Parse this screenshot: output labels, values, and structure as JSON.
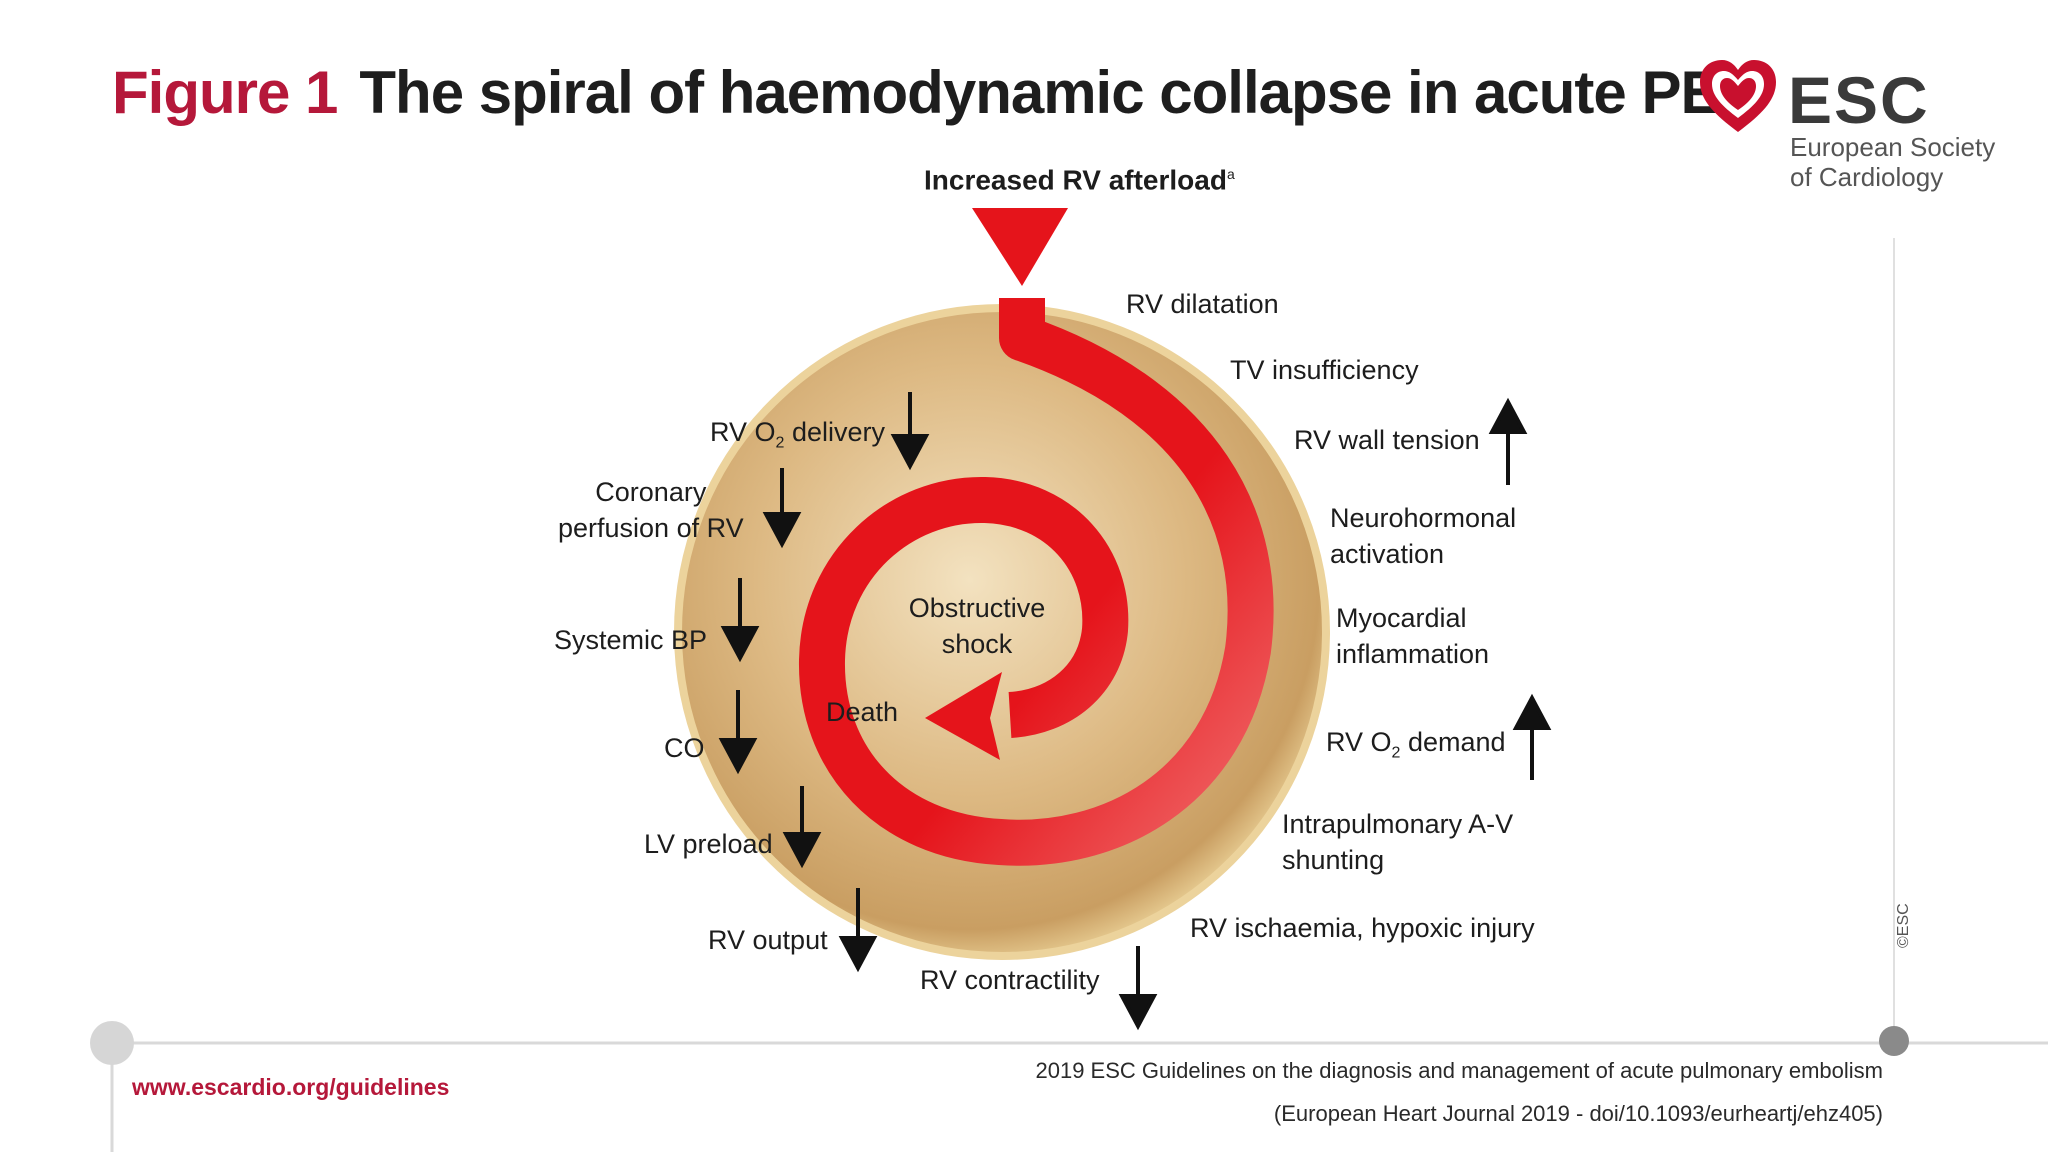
{
  "header": {
    "figure_label": "Figure 1",
    "title": "The spiral of haemodynamic collapse in acute PE"
  },
  "logo": {
    "name": "ESC",
    "subtitle_line1": "European Society",
    "subtitle_line2": "of Cardiology",
    "icon": "heart-logo-icon",
    "color": "#c8102e"
  },
  "diagram": {
    "top_label": "Increased RV afterload",
    "top_label_sup": "a",
    "center_line1": "Obstructive",
    "center_line2": "shock",
    "end_label": "Death",
    "right_items": [
      {
        "line1": "RV dilatation",
        "line2": "",
        "arrow": "none"
      },
      {
        "line1": "TV insufficiency",
        "line2": "",
        "arrow": "none"
      },
      {
        "line1": "RV wall tension",
        "line2": "",
        "arrow": "up"
      },
      {
        "line1": "Neurohormonal",
        "line2": "activation",
        "arrow": "none"
      },
      {
        "line1": "Myocardial",
        "line2": "inflammation",
        "arrow": "none"
      },
      {
        "line1": "RV O",
        "sub": "2",
        "line1b": " demand",
        "arrow": "up"
      },
      {
        "line1": "Intrapulmonary A-V",
        "line2": "shunting",
        "arrow": "none"
      },
      {
        "line1": "RV ischaemia, hypoxic injury",
        "line2": "",
        "arrow": "none"
      }
    ],
    "left_items": [
      {
        "line1": "RV O",
        "sub": "2",
        "line1b": " delivery",
        "arrow": "down"
      },
      {
        "line1": "Coronary",
        "line2": "perfusion of RV",
        "arrow": "down"
      },
      {
        "line1": "Systemic BP",
        "arrow": "down"
      },
      {
        "line1": "CO",
        "arrow": "down"
      },
      {
        "line1": "LV preload",
        "arrow": "down"
      },
      {
        "line1": "RV output",
        "arrow": "down"
      },
      {
        "line1": "RV contractility",
        "arrow": "down"
      }
    ],
    "colors": {
      "spiral": "#e5141b",
      "disc": "#d6b27a",
      "disc_edge": "#e8c98a"
    }
  },
  "footer": {
    "url": "www.escardio.org/guidelines",
    "citation_line1": "2019 ESC Guidelines on the diagnosis and management of acute pulmonary embolism",
    "citation_line2": "(European Heart Journal 2019 - doi/10.1093/eurheartj/ehz405)",
    "copyright": "©ESC"
  }
}
